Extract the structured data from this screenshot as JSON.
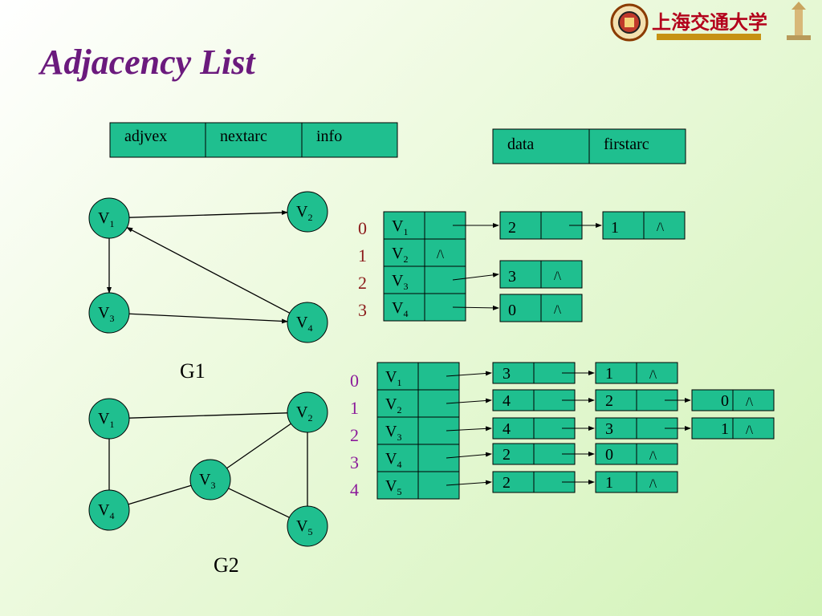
{
  "slide": {
    "title": "Adjacency List",
    "logo_text": "上海交通大学",
    "arc_node_fields": [
      "adjvex",
      "nextarc",
      "info"
    ],
    "head_node_fields": [
      "data",
      "firstarc"
    ],
    "null_symbol": "/\\",
    "colors": {
      "title": "#6b1a7d",
      "node_fill": "#1fbf8f",
      "index": "#8b1a9a",
      "index_g1": "#8b1a1a"
    }
  },
  "graphs": [
    {
      "name": "G1",
      "vertices": [
        {
          "base": "V",
          "sub": "1"
        },
        {
          "base": "V",
          "sub": "2"
        },
        {
          "base": "V",
          "sub": "3"
        },
        {
          "base": "V",
          "sub": "4"
        }
      ],
      "edges_directed": [
        [
          "V1",
          "V2"
        ],
        [
          "V1",
          "V3"
        ],
        [
          "V3",
          "V4"
        ],
        [
          "V4",
          "V1"
        ]
      ],
      "list": [
        {
          "index": "0",
          "vertex": {
            "base": "V",
            "sub": "1"
          },
          "arcs": [
            "2",
            "1"
          ]
        },
        {
          "index": "1",
          "vertex": {
            "base": "V",
            "sub": "2"
          },
          "arcs": []
        },
        {
          "index": "2",
          "vertex": {
            "base": "V",
            "sub": "3"
          },
          "arcs": [
            "3"
          ]
        },
        {
          "index": "3",
          "vertex": {
            "base": "V",
            "sub": "4"
          },
          "arcs": [
            "0"
          ]
        }
      ]
    },
    {
      "name": "G2",
      "vertices": [
        {
          "base": "V",
          "sub": "1"
        },
        {
          "base": "V",
          "sub": "2"
        },
        {
          "base": "V",
          "sub": "3"
        },
        {
          "base": "V",
          "sub": "4"
        },
        {
          "base": "V",
          "sub": "5"
        }
      ],
      "edges_undirected": [
        [
          "V1",
          "V2"
        ],
        [
          "V1",
          "V4"
        ],
        [
          "V4",
          "V3"
        ],
        [
          "V3",
          "V2"
        ],
        [
          "V3",
          "V5"
        ],
        [
          "V2",
          "V5"
        ]
      ],
      "list": [
        {
          "index": "0",
          "vertex": {
            "base": "V",
            "sub": "1"
          },
          "arcs": [
            "3",
            "1"
          ]
        },
        {
          "index": "1",
          "vertex": {
            "base": "V",
            "sub": "2"
          },
          "arcs": [
            "4",
            "2",
            "0"
          ]
        },
        {
          "index": "2",
          "vertex": {
            "base": "V",
            "sub": "3"
          },
          "arcs": [
            "4",
            "3",
            "1"
          ]
        },
        {
          "index": "3",
          "vertex": {
            "base": "V",
            "sub": "4"
          },
          "arcs": [
            "2",
            "0"
          ]
        },
        {
          "index": "4",
          "vertex": {
            "base": "V",
            "sub": "5"
          },
          "arcs": [
            "2",
            "1"
          ]
        }
      ]
    }
  ]
}
